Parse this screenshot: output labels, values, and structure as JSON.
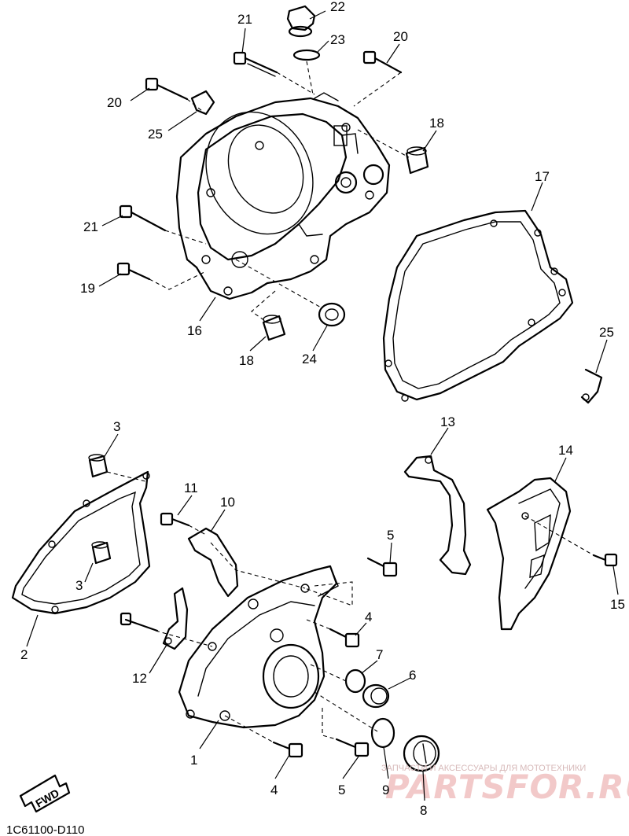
{
  "diagram": {
    "code": "1C61100-D110",
    "fwd_label": "FWD",
    "watermark": {
      "tagline": "ЗАПЧАСТИ И АКСЕССУАРЫ ДЛЯ МОТОТЕХНИКИ",
      "brand": "PARTSFOR.RU"
    },
    "callouts": [
      "21",
      "22",
      "23",
      "20",
      "20",
      "25",
      "18",
      "17",
      "21",
      "19",
      "16",
      "18",
      "24",
      "25",
      "3",
      "3",
      "2",
      "11",
      "10",
      "13",
      "14",
      "5",
      "12",
      "4",
      "7",
      "6",
      "15",
      "1",
      "4",
      "5",
      "9",
      "8"
    ]
  }
}
